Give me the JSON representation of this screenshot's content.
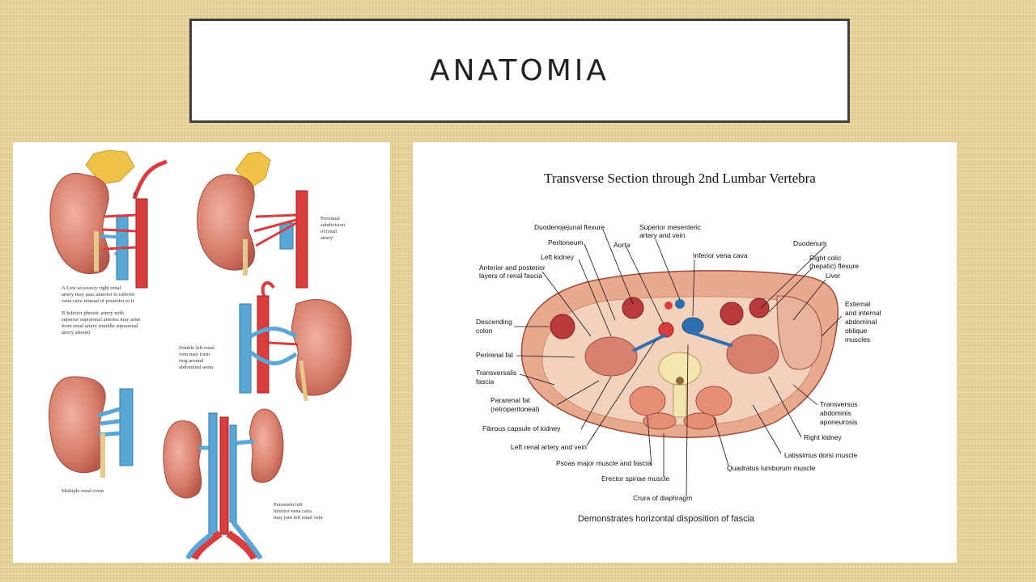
{
  "slide": {
    "title": "ANATOMIA"
  },
  "left_figure": {
    "labels": {
      "A": "A",
      "B": "B",
      "proximal": [
        "Proximal",
        "subdivision",
        "of renal",
        "artery"
      ],
      "note_a": [
        "A   Low accessory right renal",
        "artery may pass anterior to inferior",
        "vena cava instead of posterior to it"
      ],
      "note_b": [
        "B   Inferior phrenic artery with",
        "superior suprarenal arteries may arise",
        "from renal artery (middle suprarenal",
        "artery absent)"
      ],
      "double_left": [
        "Double left renal",
        "vein may form",
        "ring around",
        "abdominal aorta"
      ],
      "multiple": [
        "Multiple renal veins"
      ],
      "persistent": [
        "Persistent left",
        "inferior vena cava",
        "may join left renal vein"
      ]
    }
  },
  "right_figure": {
    "title": "Transverse Section through 2nd Lumbar Vertebra",
    "caption": "Demonstrates horizontal disposition of fascia",
    "labels": [
      {
        "lines": [
          "Duodenojejunal flexure"
        ]
      },
      {
        "lines": [
          "Superior mesenteric",
          "artery and vein"
        ]
      },
      {
        "lines": [
          "Peritoneum"
        ]
      },
      {
        "lines": [
          "Aorta"
        ]
      },
      {
        "lines": [
          "Duodenum"
        ]
      },
      {
        "lines": [
          "Left kidney"
        ]
      },
      {
        "lines": [
          "Inferior vena cava"
        ]
      },
      {
        "lines": [
          "Right colic",
          "(hepatic) flexure"
        ]
      },
      {
        "lines": [
          "Anterior and posterior",
          "layers of renal fascia"
        ]
      },
      {
        "lines": [
          "Liver"
        ]
      },
      {
        "lines": [
          "External",
          "and internal",
          "abdominal",
          "oblique",
          "muscles"
        ]
      },
      {
        "lines": [
          "Descending",
          "colon"
        ]
      },
      {
        "lines": [
          "Perirenal fat"
        ]
      },
      {
        "lines": [
          "Transversalis",
          "fascia"
        ]
      },
      {
        "lines": [
          "Pararenal fat",
          "(retroperitoneal)"
        ]
      },
      {
        "lines": [
          "Transversus",
          "abdominis",
          "aponeurosis"
        ]
      },
      {
        "lines": [
          "Fibrous capsule of kidney"
        ]
      },
      {
        "lines": [
          "Right kidney"
        ]
      },
      {
        "lines": [
          "Left renal artery and vein"
        ]
      },
      {
        "lines": [
          "Latissimus dorsi muscle"
        ]
      },
      {
        "lines": [
          "Psoas major muscle and fascia"
        ]
      },
      {
        "lines": [
          "Quadratus lumborum muscle"
        ]
      },
      {
        "lines": [
          "Erector spinae muscle"
        ]
      },
      {
        "lines": [
          "Crura of diaphragm"
        ]
      }
    ]
  }
}
